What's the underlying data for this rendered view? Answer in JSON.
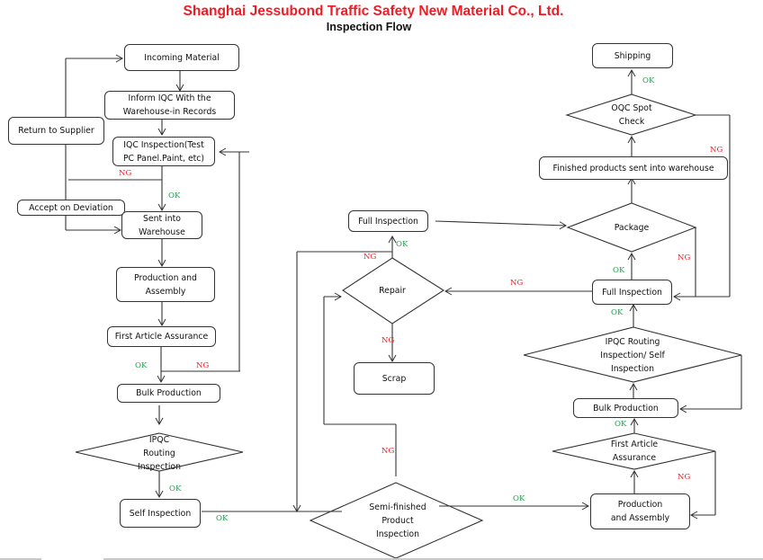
{
  "header": {
    "company": "Shanghai Jessubond Traffic Safety New Material Co., Ltd.",
    "title": "Inspection Flow"
  },
  "colors": {
    "company_title": "#ee1c25",
    "ok_label": "#1aa34a",
    "ng_label": "#ee1c25",
    "stroke": "#333333"
  },
  "nodes": {
    "incoming_material": "Incoming Material",
    "inform_iqc": "Inform IQC With the Warehouse-in Records",
    "return_to_supplier": "Return to Supplier",
    "iqc_inspection": "IQC Inspection(Test PC Panel.Paint, etc)",
    "accept_on_deviation": "Accept on Deviation",
    "sent_into_warehouse": "Sent into Warehouse",
    "production_assembly_left": "Production and Assembly",
    "first_article_left": "First Article Assurance",
    "bulk_production_left": "Bulk Production",
    "ipqc_routing": "IPQC Routing Inspection",
    "self_inspection": "Self Inspection",
    "full_inspection_mid": "Full Inspection",
    "repair": "Repair",
    "scrap": "Scrap",
    "semi_finished": "Semi-finished Product Inspection",
    "shipping": "Shipping",
    "oqc_spot_check": "OQC Spot Check",
    "finished_products_warehouse": "Finished products sent into warehouse",
    "package": "Package",
    "full_inspection_right": "Full Inspection",
    "ipqc_self_right": "IPQC Routing Inspection/ Self Inspection",
    "bulk_production_right": "Bulk Production",
    "first_article_right": "First Article Assurance",
    "production_assembly_right": "Production and Assembly"
  },
  "labels": {
    "ok": "OK",
    "ng": "NG"
  }
}
